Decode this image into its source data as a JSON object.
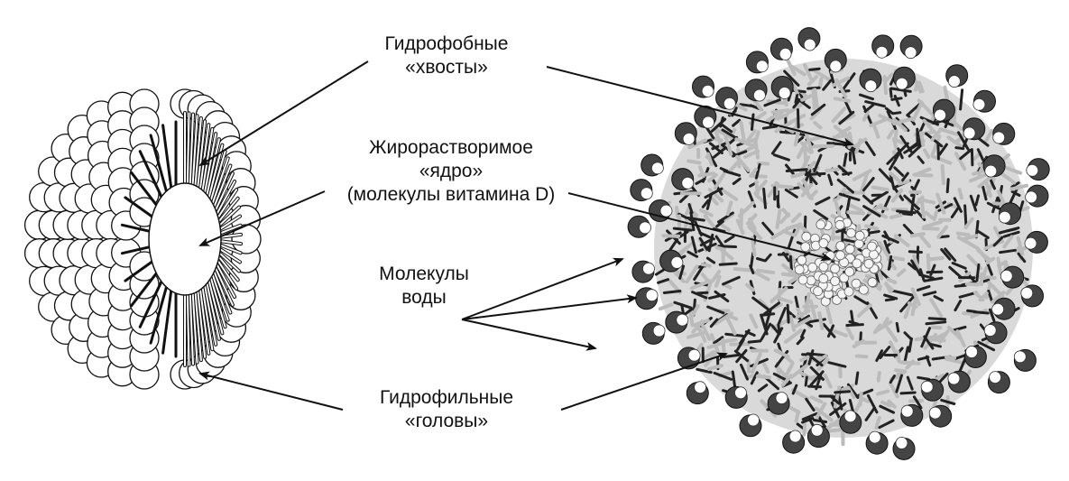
{
  "labels": {
    "tails": {
      "line1": "Гидрофобные",
      "line2": "«хвосты»"
    },
    "core": {
      "line1": "Жирорастворимое",
      "line2": "«ядро»",
      "line3": "(молекулы витамина D)"
    },
    "water": {
      "line1": "Молекулы",
      "line2": "воды"
    },
    "heads": {
      "line1": "Гидрофильные",
      "line2": "«головы»"
    }
  },
  "colors": {
    "ink": "#111111",
    "head_fill": "#ffffff",
    "water_oxygen": "#444444",
    "water_hydrogen": "#ffffff",
    "tail_light": "#bbbbbb",
    "tail_dark": "#222222"
  }
}
